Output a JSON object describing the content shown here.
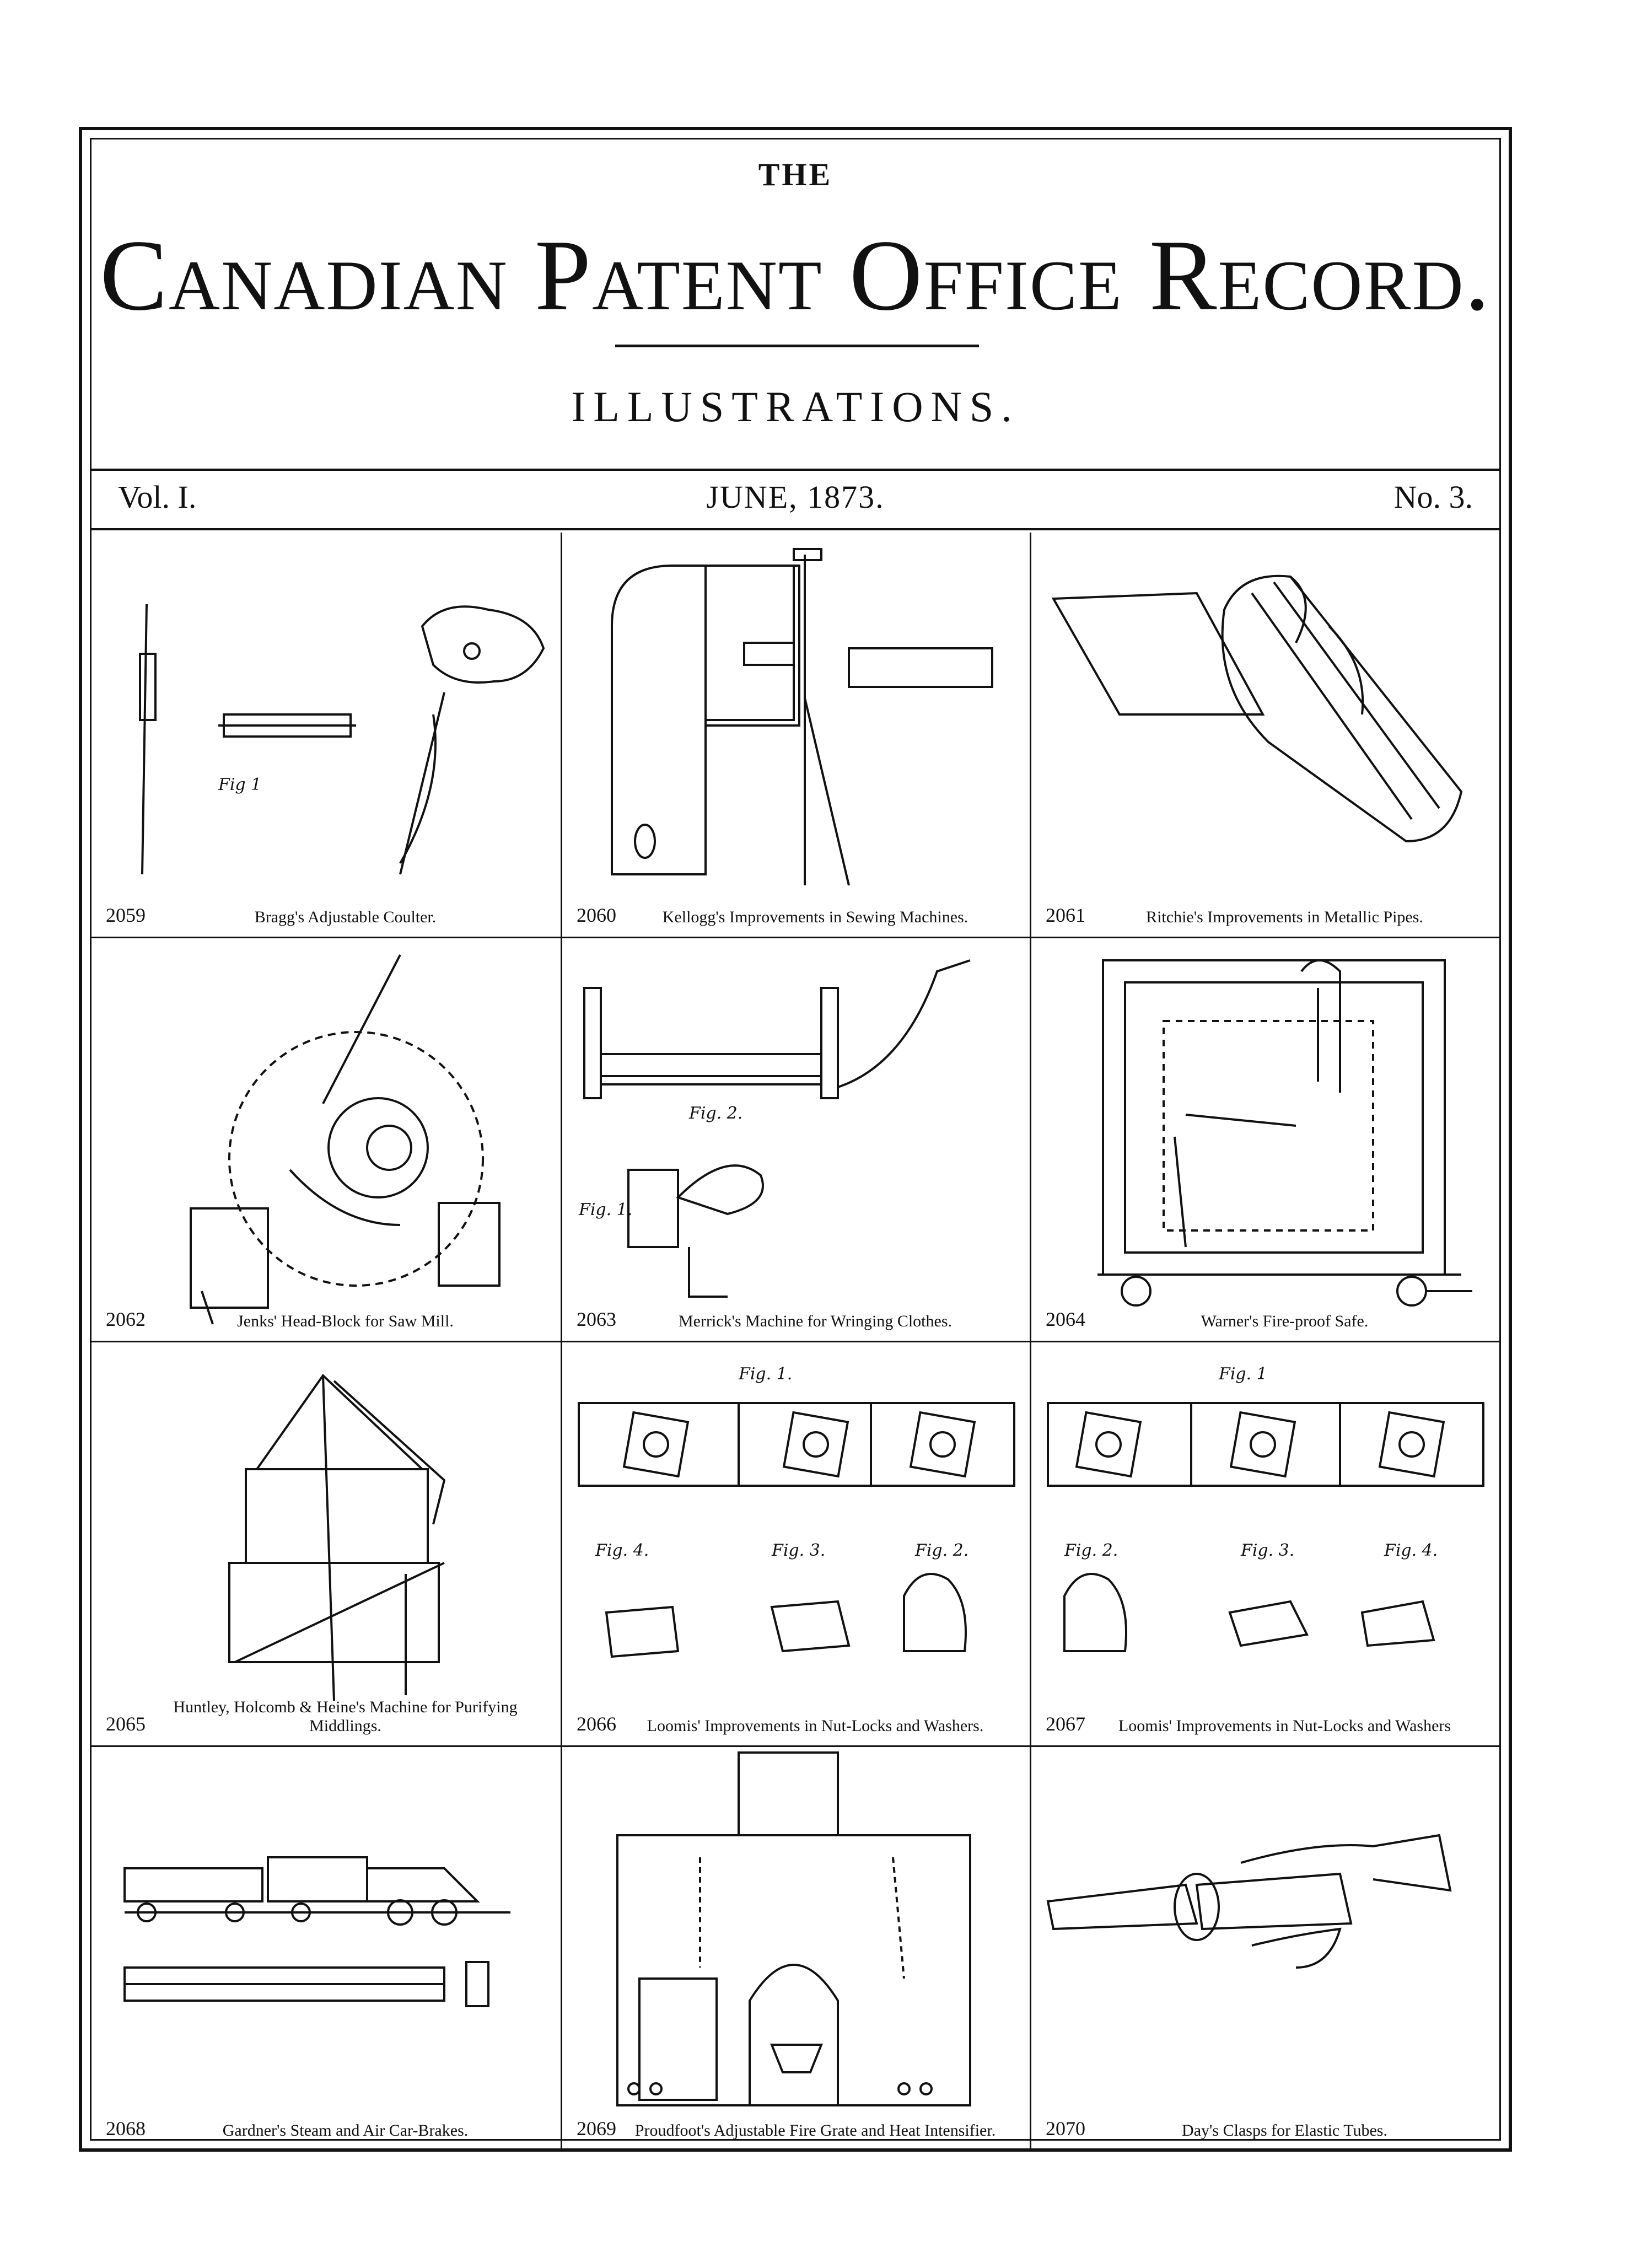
{
  "masthead": {
    "the": "THE",
    "title": "Canadian Patent Office Record.",
    "subtitle": "ILLUSTRATIONS."
  },
  "dateline": {
    "volume": "Vol. I.",
    "date": "JUNE, 1873.",
    "number": "No. 3."
  },
  "illustrations": [
    {
      "number": "2059",
      "caption": "Bragg's Adjustable Coulter.",
      "labels": [
        "Fig 1"
      ]
    },
    {
      "number": "2060",
      "caption": "Kellogg's Improvements in Sewing Machines.",
      "labels": []
    },
    {
      "number": "2061",
      "caption": "Ritchie's Improvements in Metallic Pipes.",
      "labels": []
    },
    {
      "number": "2062",
      "caption": "Jenks' Head-Block for Saw Mill.",
      "labels": []
    },
    {
      "number": "2063",
      "caption": "Merrick's Machine for Wringing Clothes.",
      "labels": [
        "Fig. 2.",
        "Fig. 1."
      ]
    },
    {
      "number": "2064",
      "caption": "Warner's Fire-proof Safe.",
      "labels": []
    },
    {
      "number": "2065",
      "caption": "Huntley, Holcomb & Heine's Machine for Purifying Middlings.",
      "labels": []
    },
    {
      "number": "2066",
      "caption": "Loomis' Improvements in Nut-Locks and Washers.",
      "labels": [
        "Fig. 1.",
        "Fig. 4.",
        "Fig. 3.",
        "Fig. 2."
      ]
    },
    {
      "number": "2067",
      "caption": "Loomis' Improvements in Nut-Locks and Washers",
      "labels": [
        "Fig. 1",
        "Fig. 2.",
        "Fig. 3.",
        "Fig. 4."
      ]
    },
    {
      "number": "2068",
      "caption": "Gardner's Steam and Air Car-Brakes.",
      "labels": []
    },
    {
      "number": "2069",
      "caption": "Proudfoot's Adjustable Fire Grate and Heat Intensifier.",
      "labels": []
    },
    {
      "number": "2070",
      "caption": "Day's Clasps for Elastic Tubes.",
      "labels": []
    }
  ]
}
